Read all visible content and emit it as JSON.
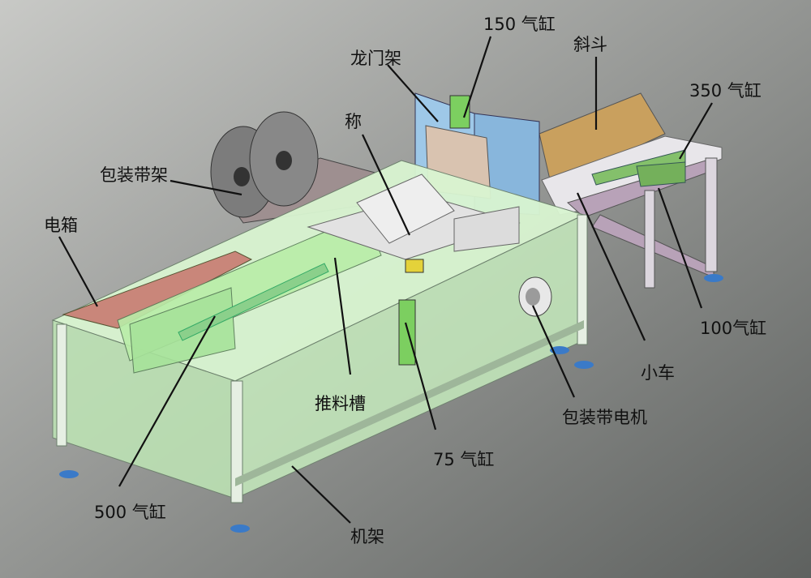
{
  "labels": {
    "cylinder_150": "150 气缸",
    "hopper": "斜斗",
    "gantry": "龙门架",
    "cylinder_350": "350 气缸",
    "scale": "称",
    "strap_reel_holder": "包装带架",
    "electric_box": "电箱",
    "cylinder_100": "100气缸",
    "cart": "小车",
    "push_trough": "推料槽",
    "strap_motor": "包装带电机",
    "cylinder_75": "75 气缸",
    "cylinder_500": "500 气缸",
    "frame": "机架"
  },
  "colors": {
    "frame_green": "#c9f0c0",
    "gantry_blue": "#9ec8e8",
    "hopper_tan": "#c9a05e",
    "cart_purple": "#b8a2b8",
    "box_red": "#c9867a",
    "cylinder_green": "#8bd08b"
  }
}
